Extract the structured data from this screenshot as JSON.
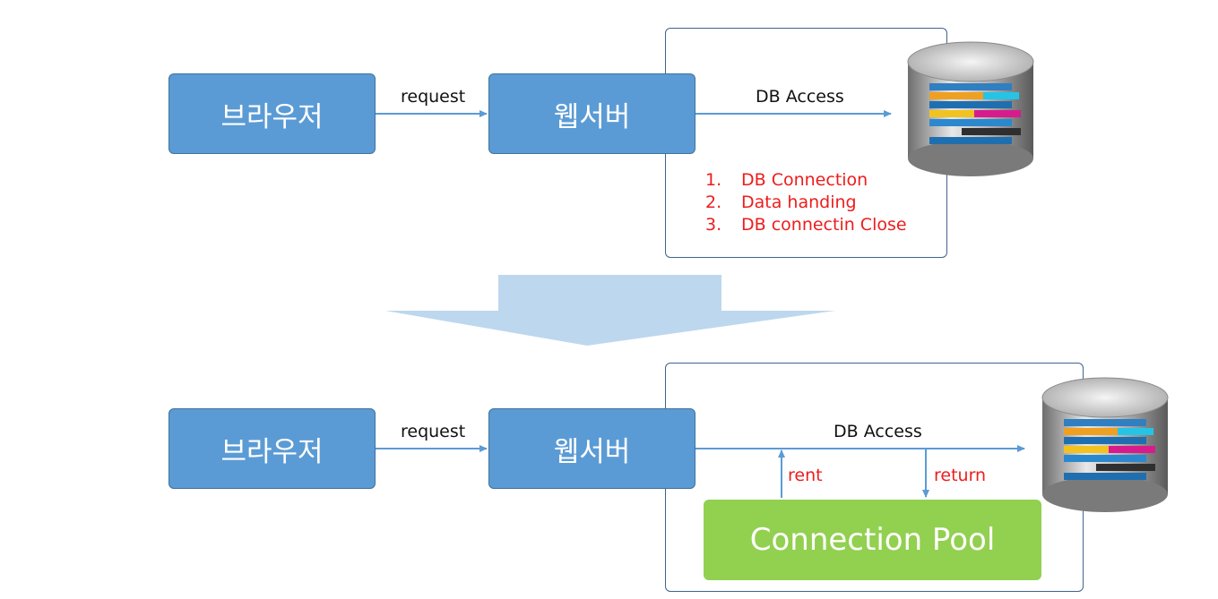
{
  "top": {
    "browser": "브라우저",
    "webserver": "웹서버",
    "request": "request",
    "db_access": "DB Access",
    "steps": [
      {
        "num": "1.",
        "text": "DB Connection"
      },
      {
        "num": "2.",
        "text": "Data handing"
      },
      {
        "num": "3.",
        "text": "DB connectin Close"
      }
    ]
  },
  "bottom": {
    "browser": "브라우저",
    "webserver": "웹서버",
    "request": "request",
    "db_access": "DB Access",
    "rent": "rent",
    "return": "return",
    "pool": "Connection Pool"
  },
  "colors": {
    "node_fill": "#5b9bd5",
    "pool_fill": "#92d050",
    "step_text": "#ee1c1c",
    "transition_arrow": "#bdd7ee"
  },
  "icons": {
    "database": "database-icon",
    "transition": "down-arrow-icon"
  }
}
